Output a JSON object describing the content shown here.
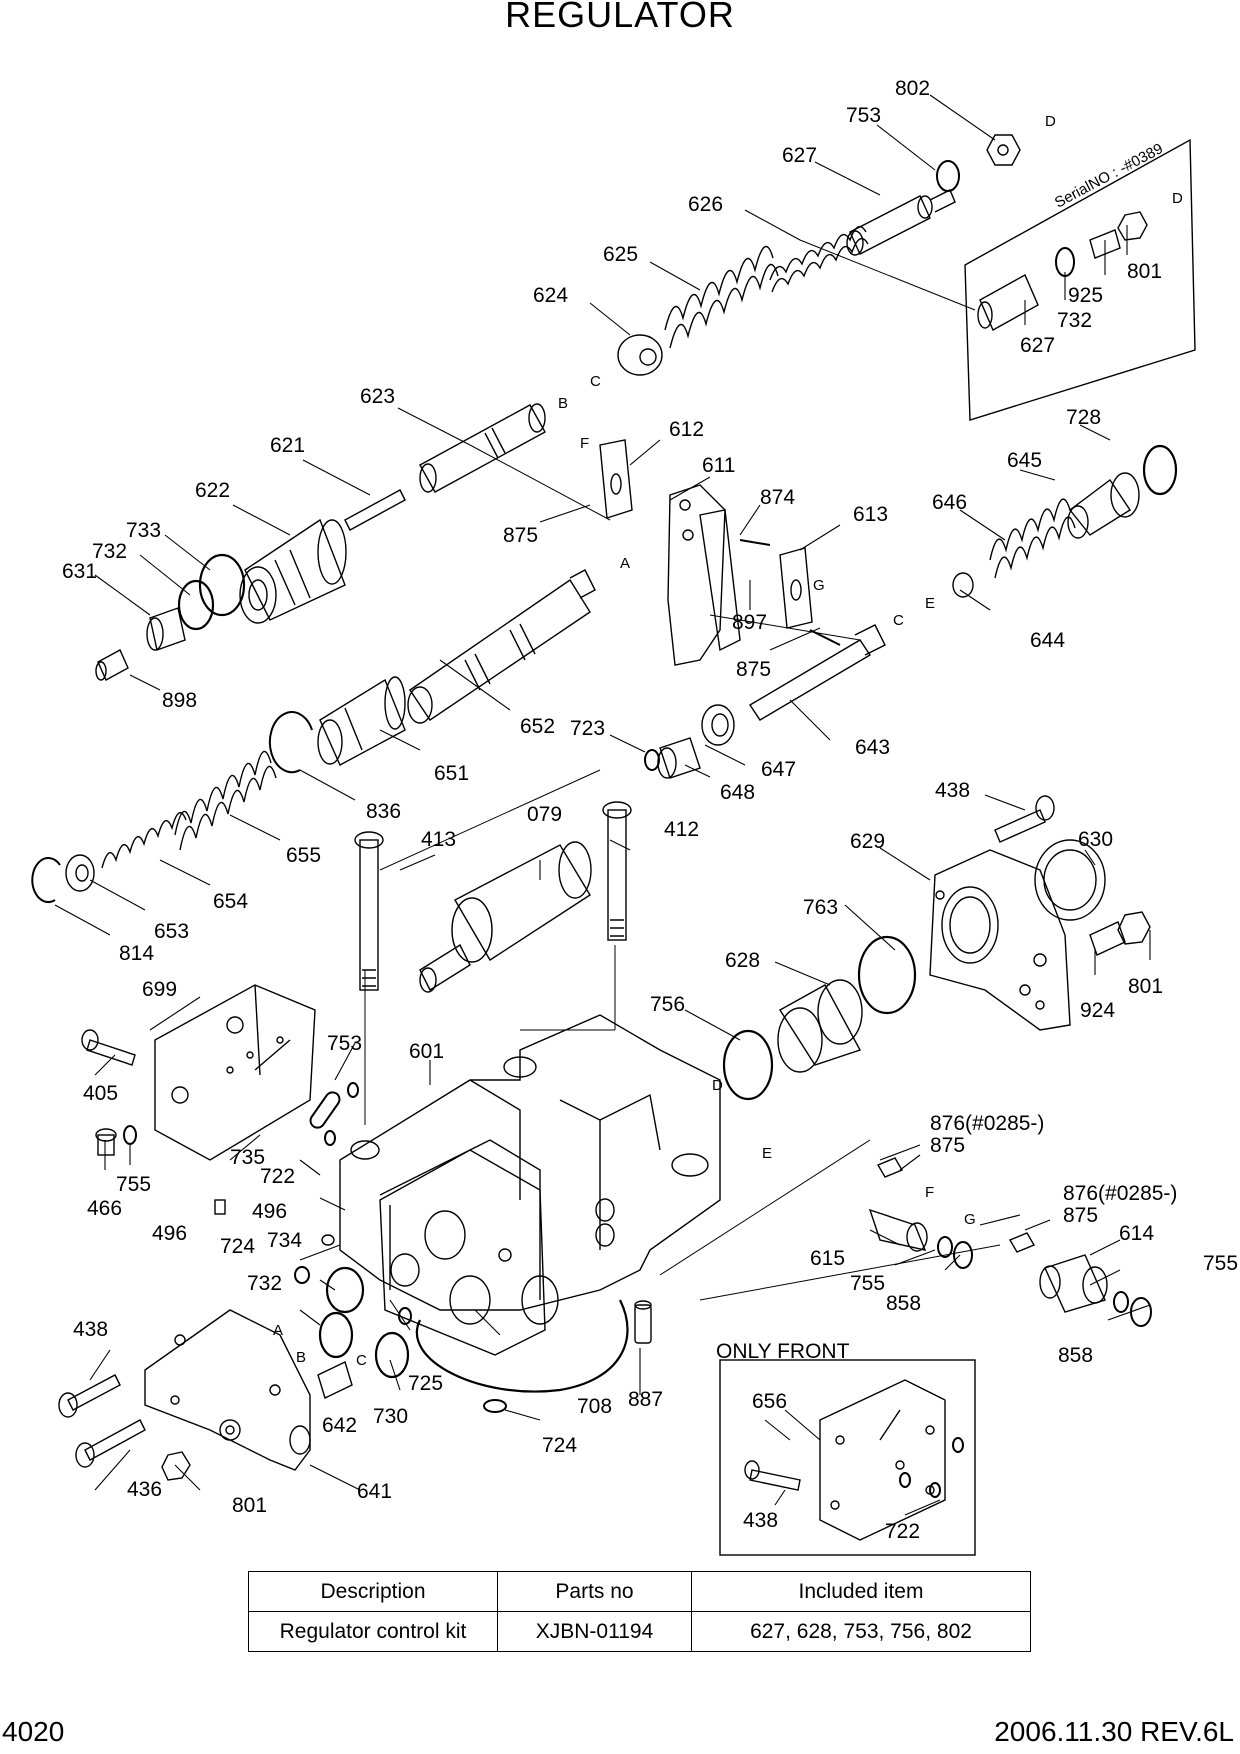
{
  "title": "REGULATOR",
  "serial_note": "SerialNO : -#0389",
  "inset_label": "ONLY FRONT",
  "part_labels": {
    "p802_a": "802",
    "p753_a": "753",
    "p627_a": "627",
    "p626": "626",
    "p625": "625",
    "p624": "624",
    "p623": "623",
    "p621": "621",
    "p622": "622",
    "p733": "733",
    "p732_a": "732",
    "p631": "631",
    "p898": "898",
    "p612": "612",
    "p611": "611",
    "p874": "874",
    "p613": "613",
    "p875_a": "875",
    "p897": "897",
    "p875_b": "875",
    "p652": "652",
    "p651": "651",
    "p836": "836",
    "p655": "655",
    "p654": "654",
    "p653": "653",
    "p814": "814",
    "p723": "723",
    "p648": "648",
    "p647": "647",
    "p643": "643",
    "p646": "646",
    "p645": "645",
    "p728": "728",
    "p644": "644",
    "p801_a": "801",
    "p925": "925",
    "p732_b": "732",
    "p627_b": "627",
    "p438_a": "438",
    "p629": "629",
    "p630": "630",
    "p763": "763",
    "p628": "628",
    "p924": "924",
    "p801_b": "801",
    "p756": "756",
    "p079": "079",
    "p413": "413",
    "p412": "412",
    "p699": "699",
    "p405": "405",
    "p466": "466",
    "p755_a": "755",
    "p735": "735",
    "p722_a": "722",
    "p753_b": "753",
    "p601": "601",
    "p496_a": "496",
    "p496_b": "496",
    "p724_a": "724",
    "p734": "734",
    "p732_c": "732",
    "p725": "725",
    "p730": "730",
    "p642": "642",
    "p708": "708",
    "p724_b": "724",
    "p887": "887",
    "p438_b": "438",
    "p436": "436",
    "p801_c": "801",
    "p641": "641",
    "p876_a": "876(#0285-)",
    "p875_c": "875",
    "p876_b": "876(#0285-)",
    "p875_d": "875",
    "p615": "615",
    "p755_b": "755",
    "p858_a": "858",
    "p614": "614",
    "p755_c": "755",
    "p858_b": "858",
    "p656": "656",
    "p438_c": "438",
    "p722_b": "722"
  },
  "connection_letters": {
    "D1": "D",
    "D2": "D",
    "C1": "C",
    "B1": "B",
    "F1": "F",
    "A1": "A",
    "G1": "G",
    "C2": "C",
    "E1": "E",
    "D3": "D",
    "E2": "E",
    "F2": "F",
    "G2": "G",
    "A2": "A",
    "B2": "B",
    "C3": "C"
  },
  "kit_table": {
    "headers": [
      "Description",
      "Parts no",
      "Included item"
    ],
    "rows": [
      [
        "Regulator control  kit",
        "XJBN-01194",
        "627, 628, 753, 756, 802"
      ]
    ]
  },
  "footer": {
    "page_number": "4020",
    "revision": "2006.11.30  REV.6L"
  }
}
